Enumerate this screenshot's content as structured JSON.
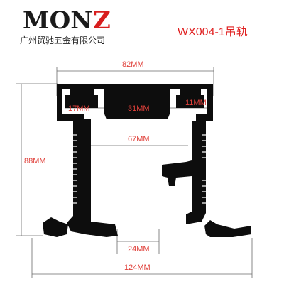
{
  "brand": {
    "logo_text_left": "MON",
    "logo_text_right": "Z",
    "company_name": "广州贸驰五金有限公司"
  },
  "product": {
    "model": "WX004-1吊轨"
  },
  "dimensions": {
    "width_top": "82MM",
    "inner_left": "17MM",
    "inner_center": "31MM",
    "inner_right": "11MM",
    "inner_mid": "67MM",
    "height": "88MM",
    "bottom_gap": "24MM",
    "width_bottom": "124MM"
  },
  "colors": {
    "brand_dark": "#1a1a1a",
    "brand_accent": "#d81e1e",
    "model_text": "#e02020",
    "dimension_text": "#e0403a",
    "dimension_line": "#6a6a6a",
    "profile_fill": "#0d0d0d"
  }
}
